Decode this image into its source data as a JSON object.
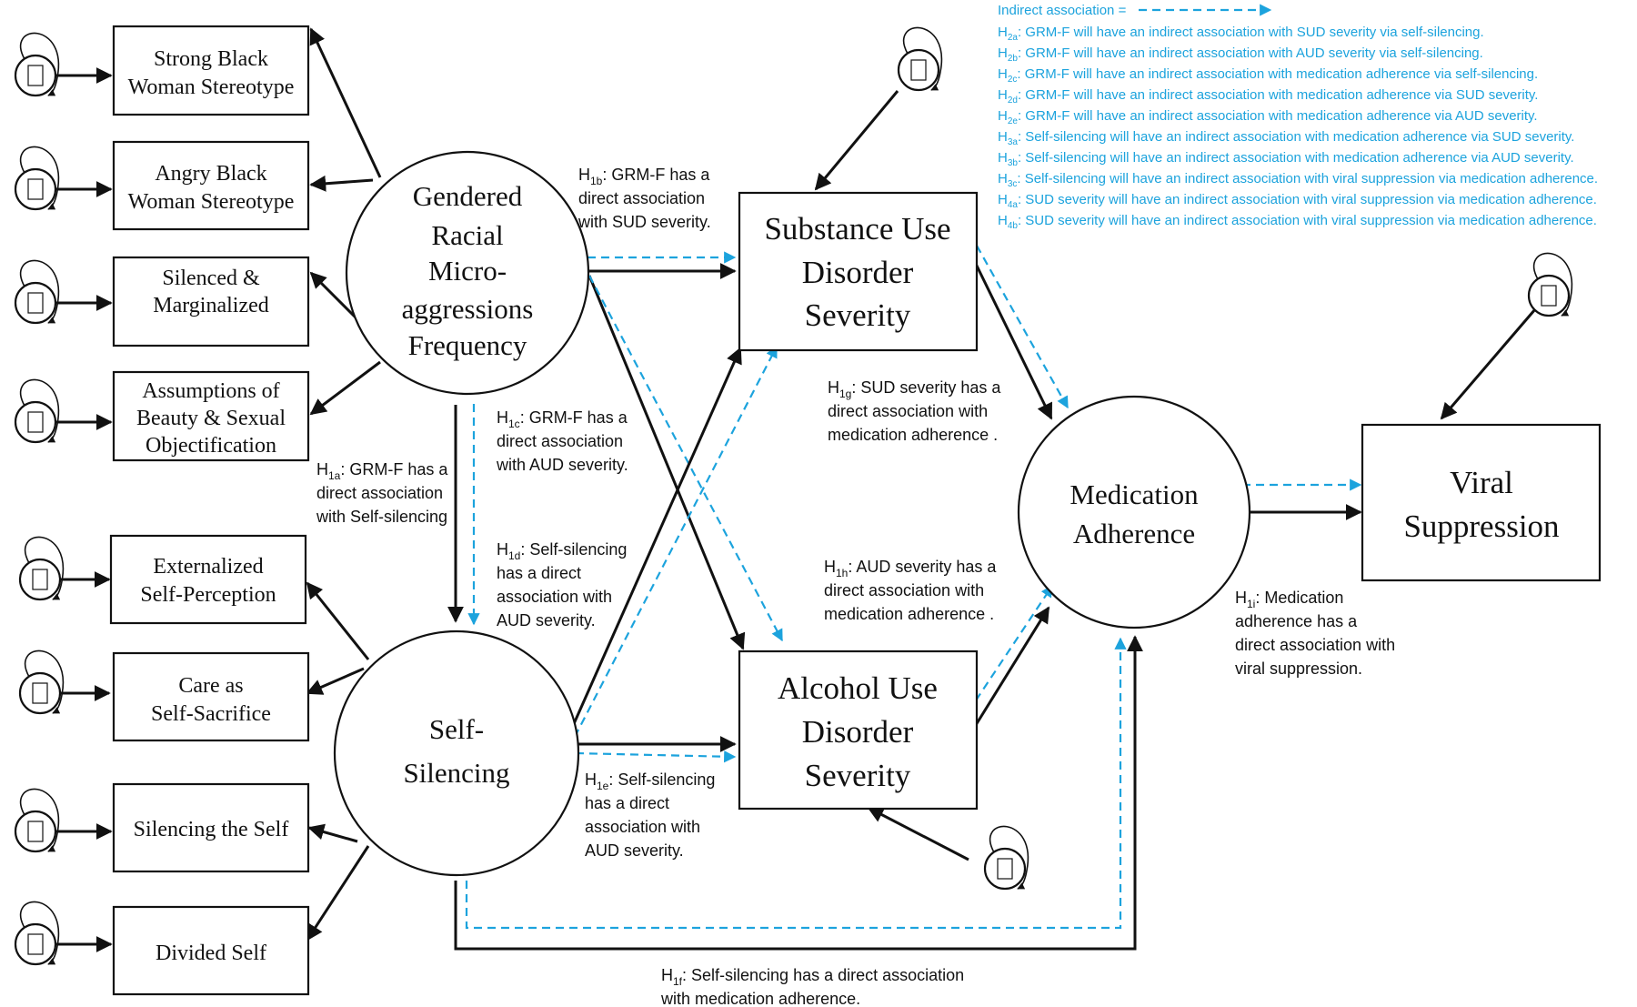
{
  "nodes": {
    "latent_grm": [
      "Gendered",
      "Racial",
      "Micro-",
      "aggressions",
      "Frequency"
    ],
    "latent_ss": [
      "Self-",
      "Silencing"
    ],
    "latent_med": [
      "Medication",
      "Adherence"
    ],
    "sud": [
      "Substance Use",
      "Disorder",
      "Severity"
    ],
    "aud": [
      "Alcohol Use",
      "Disorder",
      "Severity"
    ],
    "viral": [
      "Viral",
      "Suppression"
    ],
    "ind_strong": [
      "Strong Black",
      "Woman Stereotype"
    ],
    "ind_angry": [
      "Angry Black",
      "Woman Stereotype"
    ],
    "ind_silenced": [
      "Silenced &",
      "Marginalized"
    ],
    "ind_beauty": [
      "Assumptions of",
      "Beauty & Sexual",
      "Objectification"
    ],
    "ind_external": [
      "Externalized",
      "Self-Perception"
    ],
    "ind_care": [
      "Care as",
      "Self-Sacrifice"
    ],
    "ind_silencing": [
      "Silencing the Self"
    ],
    "ind_divided": [
      "Divided Self"
    ]
  },
  "labels": {
    "h1a": {
      "h": "H",
      "sub": "1a",
      "lines": [
        ": GRM-F has a",
        "direct association",
        "with Self-silencing"
      ]
    },
    "h1b": {
      "h": "H",
      "sub": "1b",
      "lines": [
        ": GRM-F has a",
        "direct association",
        "with SUD severity."
      ]
    },
    "h1c": {
      "h": "H",
      "sub": "1c",
      "lines": [
        ": GRM-F has a",
        "direct association",
        "with AUD severity."
      ]
    },
    "h1d": {
      "h": "H",
      "sub": "1d",
      "lines": [
        ": Self-silencing",
        "has a direct",
        "association with",
        "AUD severity."
      ]
    },
    "h1e": {
      "h": "H",
      "sub": "1e",
      "lines": [
        ": Self-silencing",
        "has a direct",
        "association with",
        "AUD severity."
      ]
    },
    "h1f": {
      "h": "H",
      "sub": "1f",
      "lines": [
        ": Self-silencing has a direct association",
        "with medication adherence."
      ]
    },
    "h1g": {
      "h": "H",
      "sub": "1g",
      "lines": [
        ": SUD severity has a",
        "direct association with",
        "medication adherence ."
      ]
    },
    "h1h": {
      "h": "H",
      "sub": "1h",
      "lines": [
        ": AUD severity has a",
        "direct association with",
        "medication adherence ."
      ]
    },
    "h1i": {
      "h": "H",
      "sub": "1i",
      "lines": [
        ": Medication",
        "adherence has a",
        "direct association with",
        "viral suppression."
      ]
    }
  },
  "legend": {
    "title": "Indirect association = ",
    "items": [
      {
        "h": "H",
        "sub": "2a",
        "text": ": GRM-F will have an indirect association with SUD severity via self-silencing."
      },
      {
        "h": "H",
        "sub": "2b",
        "text": ": GRM-F will have an indirect association with AUD severity via self-silencing."
      },
      {
        "h": "H",
        "sub": "2c",
        "text": ": GRM-F  will have an indirect association with medication adherence via self-silencing."
      },
      {
        "h": "H",
        "sub": "2d",
        "text": ": GRM-F  will have an indirect association with medication adherence via SUD severity."
      },
      {
        "h": "H",
        "sub": "2e",
        "text": ": GRM-F  will have an indirect association with medication adherence via AUD severity."
      },
      {
        "h": "H",
        "sub": "3a",
        "text": ": Self-silencing will have an indirect association with medication adherence via SUD severity."
      },
      {
        "h": "H",
        "sub": "3b",
        "text": ": Self-silencing will have an indirect association with medication adherence via AUD severity."
      },
      {
        "h": "H",
        "sub": "3c",
        "text": ": Self-silencing will have an indirect association with viral suppression via medication adherence."
      },
      {
        "h": "H",
        "sub": "4a",
        "text": ": SUD severity will have an indirect association with viral suppression via medication adherence."
      },
      {
        "h": "H",
        "sub": "4b",
        "text": ": SUD severity will have an indirect association with viral suppression via medication adherence."
      }
    ]
  },
  "colors": {
    "indirect": "#1ca3dd",
    "direct": "#111111"
  },
  "icons": {
    "error_term": "error-variance-icon"
  }
}
